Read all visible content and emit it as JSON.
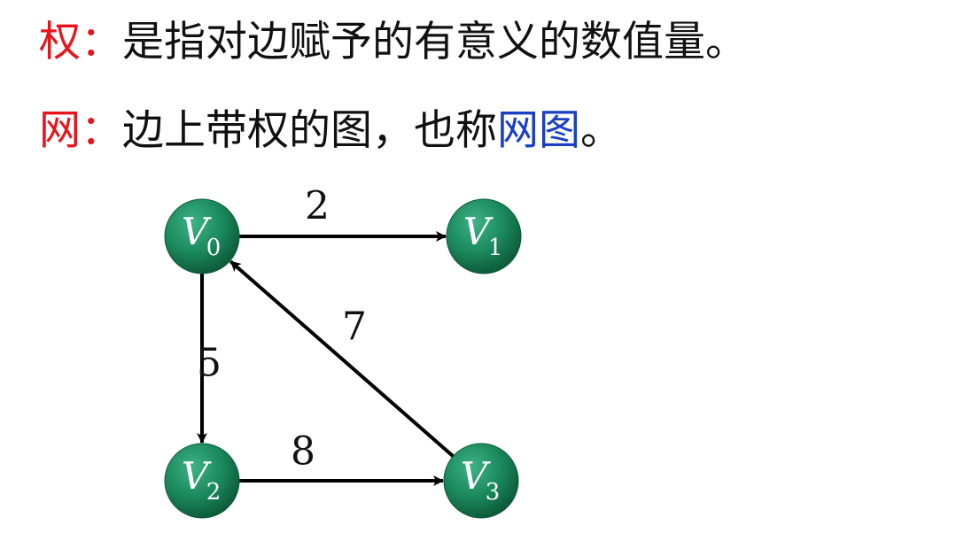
{
  "definitions": [
    {
      "term": "权",
      "colon": "：",
      "text": "是指对边赋予的有意义的数值量。",
      "text_before_highlight": "",
      "highlight": "",
      "text_after_highlight": ""
    },
    {
      "term": "网",
      "colon": "：",
      "text": "",
      "text_before_highlight": "边上带权的图，也称",
      "highlight": "网图",
      "text_after_highlight": "。"
    }
  ],
  "colors": {
    "term": "#e8141b",
    "highlight": "#1a3fc4",
    "node_fill": "#1b8a5e",
    "node_fill_dark": "#0d5a3a",
    "node_fill_light": "#3fb287",
    "edge": "#000000"
  },
  "graph": {
    "type": "directed-weighted",
    "nodes": [
      {
        "id": "V0",
        "letter": "V",
        "sub": "0"
      },
      {
        "id": "V1",
        "letter": "V",
        "sub": "1"
      },
      {
        "id": "V2",
        "letter": "V",
        "sub": "2"
      },
      {
        "id": "V3",
        "letter": "V",
        "sub": "3"
      }
    ],
    "edges": [
      {
        "from": "V0",
        "to": "V1",
        "weight": "2"
      },
      {
        "from": "V0",
        "to": "V2",
        "weight": "5"
      },
      {
        "from": "V2",
        "to": "V3",
        "weight": "8"
      },
      {
        "from": "V3",
        "to": "V0",
        "weight": "7"
      }
    ]
  }
}
